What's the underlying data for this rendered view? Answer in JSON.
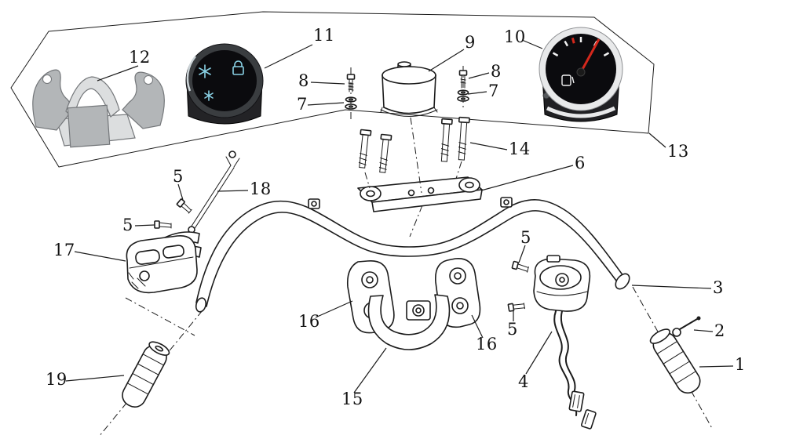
{
  "figure": {
    "kind": "exploded parts diagram",
    "subject": "handlebar and instrument assembly"
  },
  "colors": {
    "line": "#1b1b1b",
    "paper": "#ffffff",
    "metal_light": "#dcdedf",
    "metal_mid": "#b3b6b8",
    "metal_dark": "#74777a",
    "gauge_body": "#232326",
    "gauge_face": "#0b0b0e",
    "rim_dark": "#3a3d40",
    "icon_blue": "#8ad2e6",
    "chrome": "#e8e9ea",
    "needle_red": "#d4281c"
  },
  "callouts": [
    {
      "label": "12"
    },
    {
      "label": "11"
    },
    {
      "label": "9"
    },
    {
      "label": "8"
    },
    {
      "label": "7"
    },
    {
      "label": "8"
    },
    {
      "label": "7"
    },
    {
      "label": "10"
    },
    {
      "label": "13"
    },
    {
      "label": "14"
    },
    {
      "label": "6"
    },
    {
      "label": "18"
    },
    {
      "label": "5"
    },
    {
      "label": "5"
    },
    {
      "label": "17"
    },
    {
      "label": "16"
    },
    {
      "label": "16"
    },
    {
      "label": "15"
    },
    {
      "label": "5"
    },
    {
      "label": "5"
    },
    {
      "label": "4"
    },
    {
      "label": "19"
    },
    {
      "label": "3"
    },
    {
      "label": "2"
    },
    {
      "label": "1"
    }
  ]
}
